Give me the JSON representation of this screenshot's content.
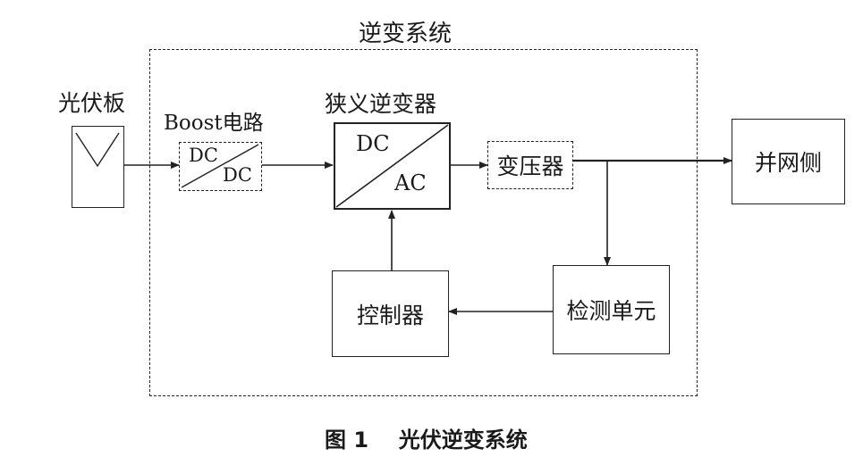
{
  "diagram": {
    "system_title": "逆变系统",
    "pv_panel_label": "光伏板",
    "boost_label": "Boost电路",
    "boost_top": "DC",
    "boost_bottom": "DC",
    "inverter_label": "狭义逆变器",
    "inverter_top": "DC",
    "inverter_bottom": "AC",
    "transformer_label": "变压器",
    "grid_label": "并网侧",
    "controller_label": "控制器",
    "detector_label": "检测单元",
    "caption_num": "图 1",
    "caption_text": "光伏逆变系统"
  }
}
